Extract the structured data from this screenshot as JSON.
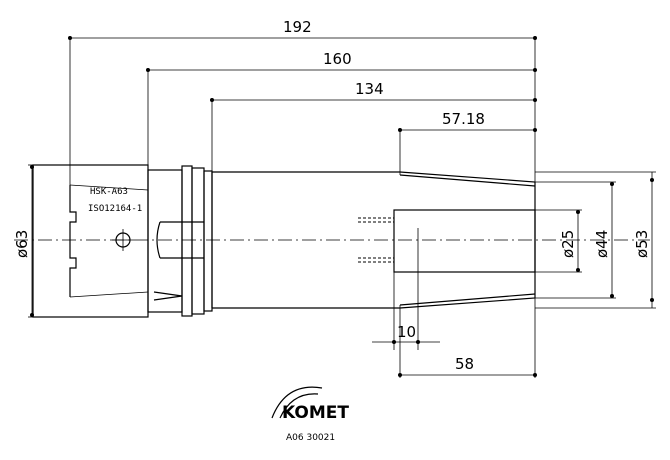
{
  "dimensions": {
    "overall_length": "192",
    "length_160": "160",
    "length_134": "134",
    "length_57": "57.18",
    "length_58": "58",
    "length_10": "10",
    "dia_63": "ø63",
    "dia_25": "ø25",
    "dia_44": "ø44",
    "dia_53": "ø53"
  },
  "annotations": {
    "spec_line1": "HSK-A63",
    "spec_line2": "ISO12164-1"
  },
  "logo": {
    "brand": "KOMET",
    "code": "A06 30021"
  }
}
